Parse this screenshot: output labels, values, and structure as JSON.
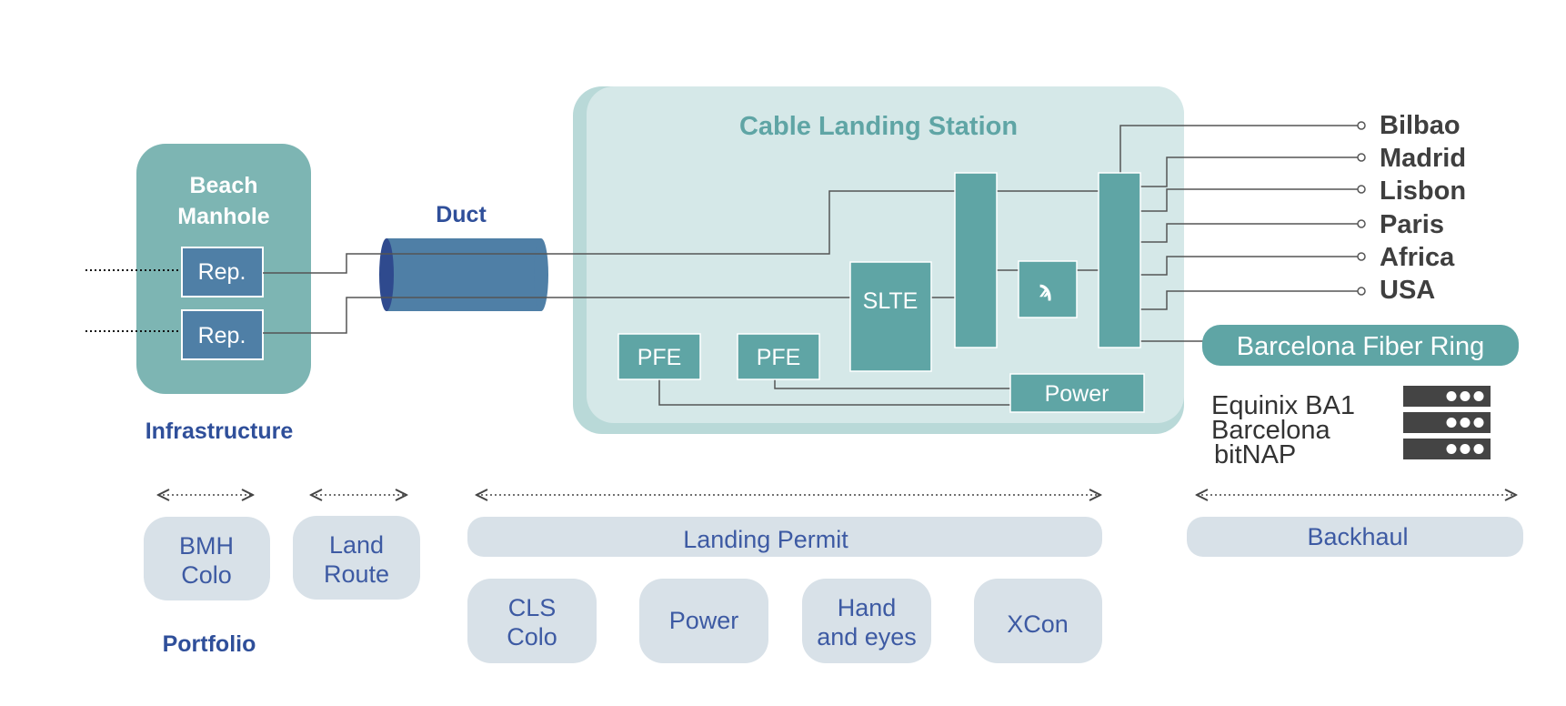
{
  "infrastructure": {
    "beach_manhole": {
      "line1": "Beach",
      "line2": "Manhole"
    },
    "repeaters": [
      "Rep.",
      "Rep."
    ],
    "duct_label": "Duct",
    "section_label": "Infrastructure"
  },
  "cls": {
    "title": "Cable Landing Station",
    "slte": "SLTE",
    "pfe": [
      "PFE",
      "PFE"
    ],
    "power": "Power",
    "transponder_glyph": "ϡ"
  },
  "destinations": [
    "Bilbao",
    "Madrid",
    "Lisbon",
    "Paris",
    "Africa",
    "USA"
  ],
  "fiber_ring": "Barcelona Fiber Ring",
  "datacenters": [
    "Equinix BA1",
    "Barcelona",
    "bitNAP"
  ],
  "portfolio": {
    "section_label": "Portfolio",
    "bmh_colo": [
      "BMH",
      "Colo"
    ],
    "land_route": [
      "Land",
      "Route"
    ],
    "landing_permit": "Landing Permit",
    "cls_colo": [
      "CLS",
      "Colo"
    ],
    "power": "Power",
    "hand_and_eyes": [
      "Hand",
      "and eyes"
    ],
    "xcon": "XCon",
    "backhaul": "Backhaul"
  },
  "colors": {
    "teal_dark": "#5fa5a5",
    "teal_mid": "#7db5b3",
    "teal_light": "#d5e8e8",
    "blue_box": "#4f7fa6",
    "navy_text": "#2f4f9a",
    "grey_pill": "#d8e1e8",
    "pill_text": "#3d5aa3",
    "dest_text": "#3f3f3f"
  }
}
